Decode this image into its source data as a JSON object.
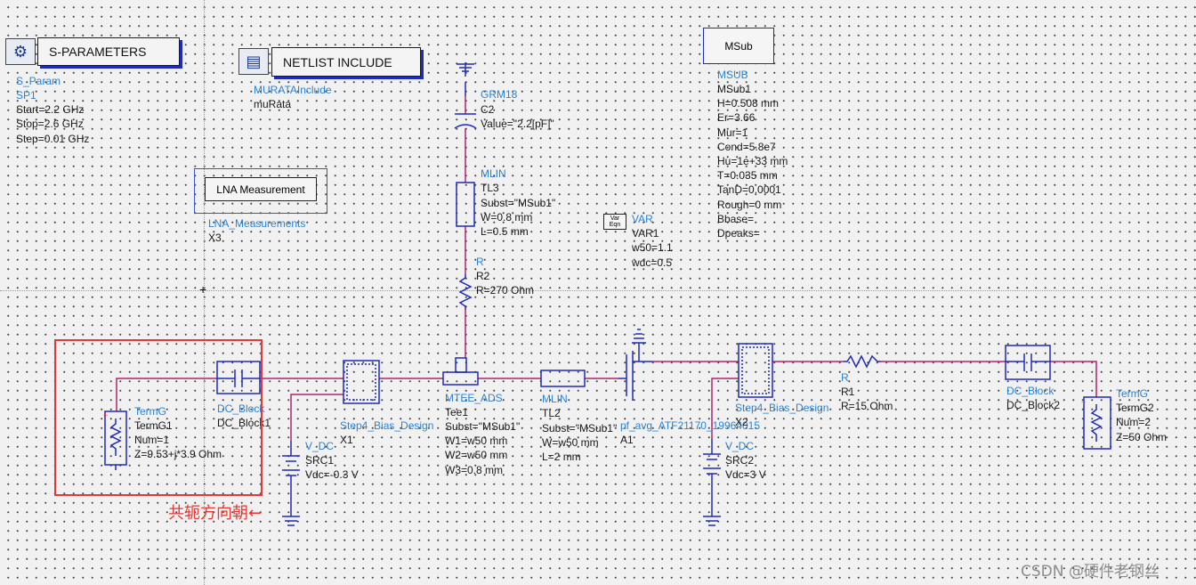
{
  "sparam": {
    "title": "S-PARAMETERS",
    "lines": [
      "S_Param",
      "SP1",
      "Start=2.2 GHz",
      "Stop=2.6 GHz",
      "Step=0.01 GHz"
    ]
  },
  "netlist": {
    "title": "NETLIST  INCLUDE",
    "lines": [
      "MURATAInclude",
      "muRata"
    ]
  },
  "msub": {
    "title": "MSub",
    "lines": [
      "MSUB",
      "MSub1",
      "H=0.508 mm",
      "Er=3.66",
      "Mur=1",
      "Cond=5.8e7",
      "Hu=1e+33 mm",
      "T=0.035 mm",
      "TanD=0.0001",
      "Rough=0 mm",
      "Bbase=",
      "Dpeaks="
    ]
  },
  "lna": {
    "title": "LNA Measurement",
    "lines": [
      "LNA_Measurements",
      "X3"
    ]
  },
  "var": {
    "lines": [
      "VAR",
      "VAR1",
      "w50=1.1",
      "wdc=0.5"
    ]
  },
  "c2": {
    "lines": [
      "GRM18",
      "C2",
      "Value=\"2.2[pF]\""
    ]
  },
  "tl3": {
    "lines": [
      "MLIN",
      "TL3",
      "Subst=\"MSub1\"",
      "W=0.8 mm",
      "L=0.5 mm"
    ]
  },
  "r2": {
    "lines": [
      "R",
      "R2",
      "R=270 Ohm"
    ]
  },
  "termg1": {
    "lines": [
      "TermG",
      "TermG1",
      "Num=1",
      "Z=9.53+j*3.9 Ohm"
    ]
  },
  "dcb1": {
    "lines": [
      "DC_Block",
      "DC_Block1"
    ]
  },
  "src1": {
    "lines": [
      "V_DC",
      "SRC1",
      "Vdc=-0.3 V"
    ]
  },
  "x1": {
    "lines": [
      "X1",
      "Step4_Bias_Design"
    ]
  },
  "tee1": {
    "lines": [
      "MTEE_ADS",
      "Tee1",
      "Subst=\"MSub1\"",
      "W1=w50 mm",
      "W2=w50 mm",
      "W3=0.8 mm"
    ]
  },
  "tl2": {
    "lines": [
      "MLIN",
      "TL2",
      "Subst=\"MSub1\"",
      "W=w50 mm",
      "L=2 mm"
    ]
  },
  "a1": {
    "lines": [
      "pf_avg_ATF21170_19964015",
      "A1"
    ]
  },
  "x2": {
    "lines": [
      "Step4_Bias_Design",
      "X2"
    ]
  },
  "src2": {
    "lines": [
      "V_DC",
      "SRC2",
      "Vdc=3 V"
    ]
  },
  "r1": {
    "lines": [
      "R",
      "R1",
      "R=15 Ohm"
    ]
  },
  "dcb2": {
    "lines": [
      "DC_Block",
      "DC_Block2"
    ]
  },
  "termg2": {
    "lines": [
      "TermG",
      "TermG2",
      "Num=2",
      "Z=50 Ohm"
    ]
  },
  "annotation": "共轭方向朝←",
  "watermark": "CSDN @硬件老钢丝",
  "colors": {
    "wire": "#b2226e",
    "label_blue": "#2b83d4",
    "component": "#1f2bb8",
    "highlight": "#e53935"
  }
}
